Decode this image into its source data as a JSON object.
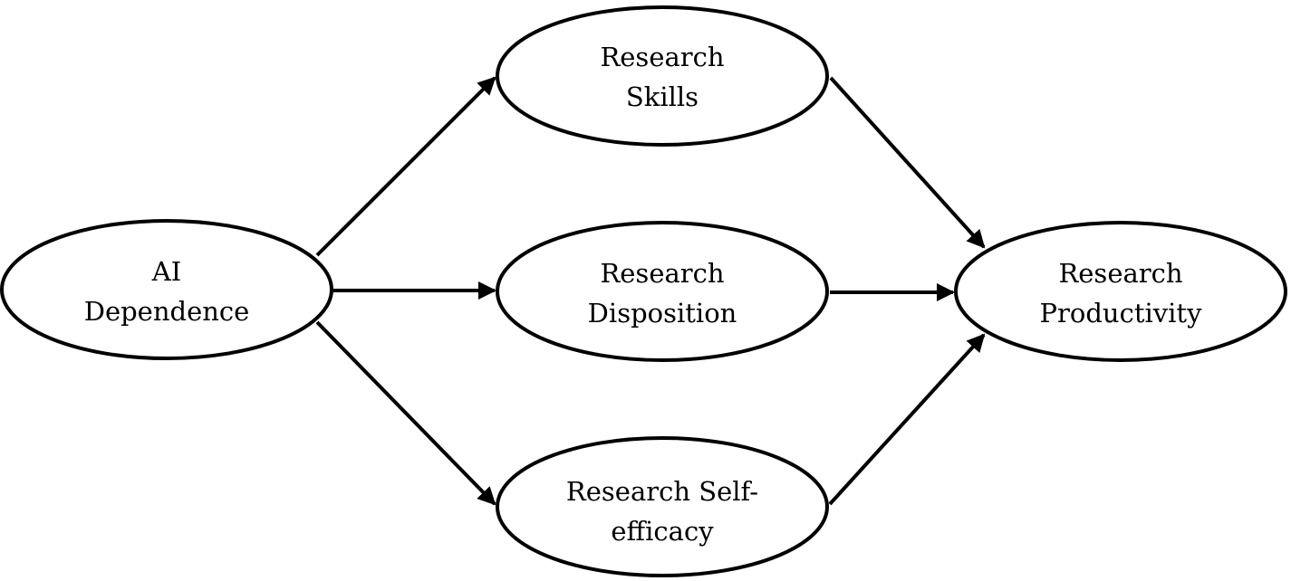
{
  "nodes": {
    "ai_dependence": {
      "lines": [
        "AI",
        "Dependence"
      ]
    },
    "research_skills": {
      "lines": [
        "Research",
        "Skills"
      ]
    },
    "research_disposition": {
      "lines": [
        "Research",
        "Disposition"
      ]
    },
    "research_self_efficacy": {
      "lines": [
        "Research Self-",
        "efficacy"
      ]
    },
    "research_productivity": {
      "lines": [
        "Research",
        "Productivity"
      ]
    }
  },
  "edges": [
    {
      "from": "ai_dependence",
      "to": "research_skills"
    },
    {
      "from": "ai_dependence",
      "to": "research_disposition"
    },
    {
      "from": "ai_dependence",
      "to": "research_self_efficacy"
    },
    {
      "from": "research_skills",
      "to": "research_productivity"
    },
    {
      "from": "research_disposition",
      "to": "research_productivity"
    },
    {
      "from": "research_self_efficacy",
      "to": "research_productivity"
    }
  ],
  "colors": {
    "stroke": "#000000",
    "fill": "#ffffff",
    "background": "#ffffff"
  }
}
